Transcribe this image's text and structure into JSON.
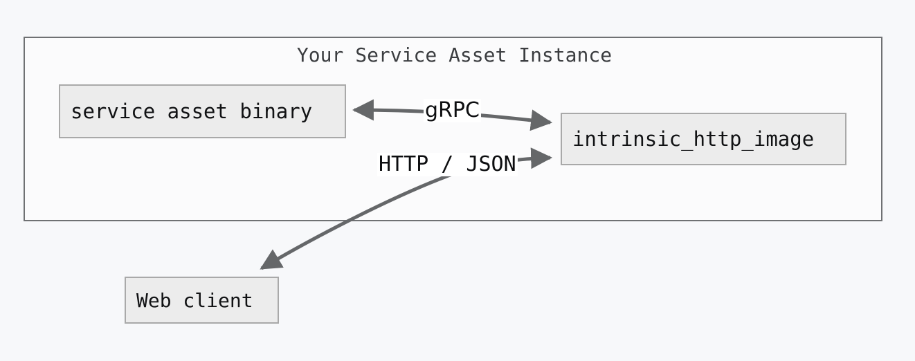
{
  "diagram": {
    "background_color": "#f7f8fa",
    "container": {
      "title": "Your Service Asset Instance",
      "fill": "#fbfbfc",
      "border_color": "#6f7173"
    },
    "nodes": [
      {
        "id": "service-asset-binary",
        "label": "service asset binary",
        "fill": "#ececec",
        "border_color": "#a9a9a9"
      },
      {
        "id": "intrinsic-http-image",
        "label": "intrinsic_http_image",
        "fill": "#ececec",
        "border_color": "#a9a9a9"
      },
      {
        "id": "web-client",
        "label": "Web client",
        "fill": "#ececec",
        "border_color": "#a9a9a9"
      }
    ],
    "edges": [
      {
        "id": "grpc",
        "label": "gRPC",
        "from": "service asset binary",
        "to": "intrinsic_http_image",
        "direction": "bidirectional",
        "color": "#656769"
      },
      {
        "id": "http-json",
        "label": "HTTP / JSON",
        "from": "intrinsic_http_image",
        "to": "Web client",
        "direction": "to-web-client",
        "color": "#656769"
      }
    ]
  }
}
